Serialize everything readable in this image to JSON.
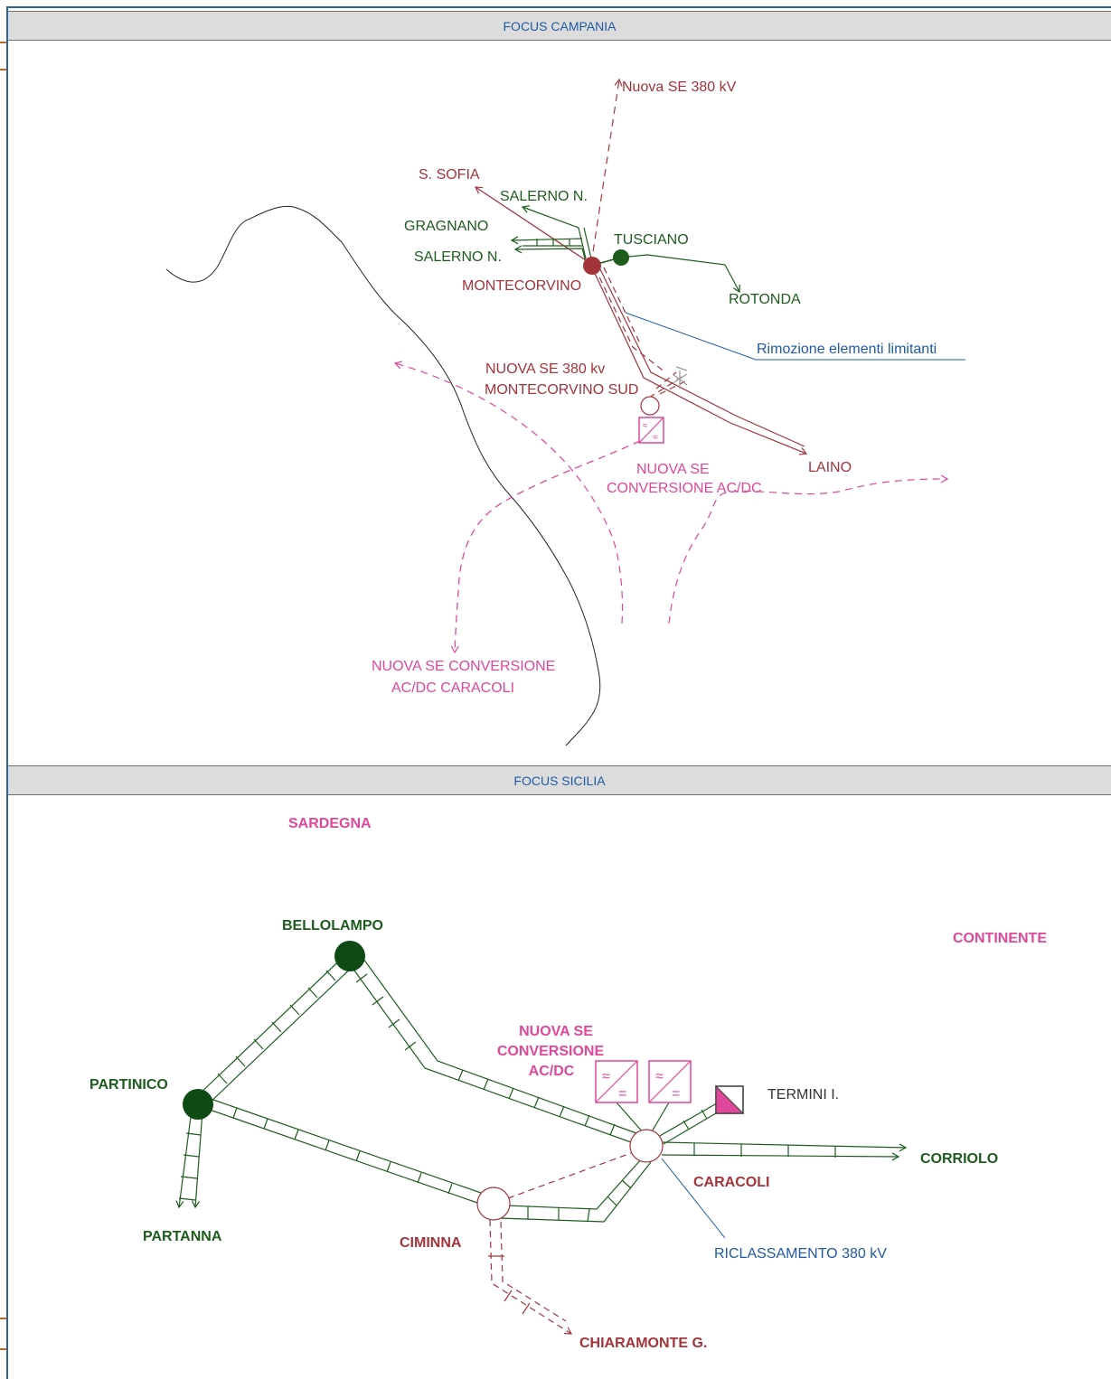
{
  "campania": {
    "title": "FOCUS CAMPANIA",
    "labels": {
      "nuova_se_380": "Nuova SE 380 kV",
      "s_sofia": "S. SOFIA",
      "salerno_n_top": "SALERNO N.",
      "gragnano": "GRAGNANO",
      "salerno_n_bottom": "SALERNO N.",
      "tusciano": "TUSCIANO",
      "montecorvino": "MONTECORVINO",
      "rotonda": "ROTONDA",
      "rimozione": "Rimozione elementi limitanti",
      "nuova_se_mc_sud_1": "NUOVA SE 380 kv",
      "nuova_se_mc_sud_2": "MONTECORVINO SUD",
      "nuova_se_conv_1": "NUOVA SE",
      "nuova_se_conv_2": "CONVERSIONE AC/DC",
      "laino": "LAINO",
      "caracoli_conv_1": "NUOVA SE CONVERSIONE",
      "caracoli_conv_2": "AC/DC CARACOLI"
    }
  },
  "sicilia": {
    "title": "FOCUS SICILIA",
    "labels": {
      "sardegna": "SARDEGNA",
      "continente": "CONTINENTE",
      "bellolampo": "BELLOLAMPO",
      "partinico": "PARTINICO",
      "conv_1": "NUOVA SE",
      "conv_2": "CONVERSIONE",
      "conv_3": "AC/DC",
      "termini": "TERMINI I.",
      "corriolo": "CORRIOLO",
      "caracoli": "CARACOLI",
      "partanna": "PARTANNA",
      "ciminna": "CIMINNA",
      "riclassamento": "RICLASSAMENTO 380 kV",
      "chiaramonte": "CHIARAMONTE G."
    }
  },
  "colors": {
    "frame": "#2a62a8",
    "existing_line": "#1e5c1e",
    "planned_380": "#a3343a",
    "ac_dc": "#e0479a",
    "annotation": "#1f5aa6"
  }
}
